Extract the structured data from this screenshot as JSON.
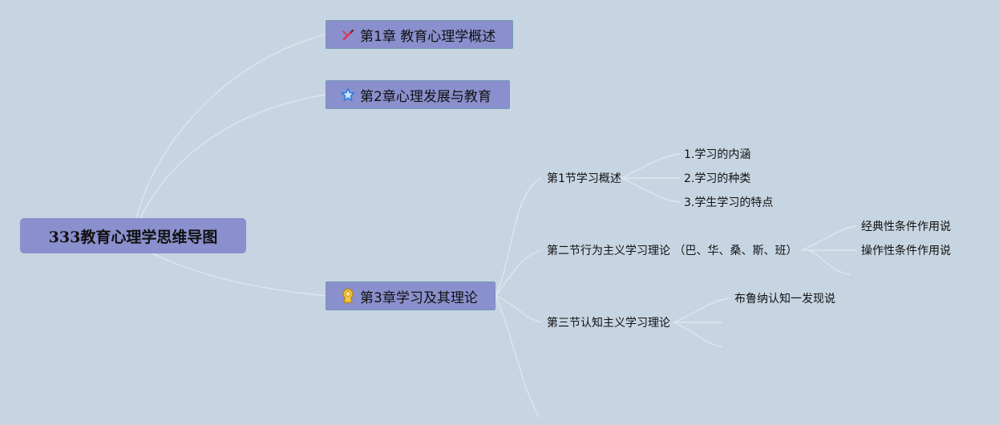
{
  "root": {
    "label": "333教育心理学思维导图"
  },
  "chapters": [
    {
      "label": "第1章 教育心理学概述",
      "icon": "pencil-icon"
    },
    {
      "label": "第2章心理发展与教育",
      "icon": "star-icon"
    },
    {
      "label": "第3章学习及其理论",
      "icon": "medal-icon"
    }
  ],
  "chapter3": {
    "section1": {
      "label": "第1节学习概述",
      "items": [
        "1.学习的内涵",
        "2.学习的种类",
        "3.学生学习的特点"
      ]
    },
    "section2": {
      "label": "第二节行为主义学习理论 （巴、华、桑、斯、班）",
      "items": [
        "经典性条件作用说",
        "操作性条件作用说"
      ]
    },
    "section3": {
      "label": "第三节认知主义学习理论",
      "items": [
        "布鲁纳认知一发现说"
      ]
    }
  },
  "colors": {
    "background": "#c7d5e2",
    "node_fill": "#8a8fcd",
    "link": "#dde6ee"
  }
}
